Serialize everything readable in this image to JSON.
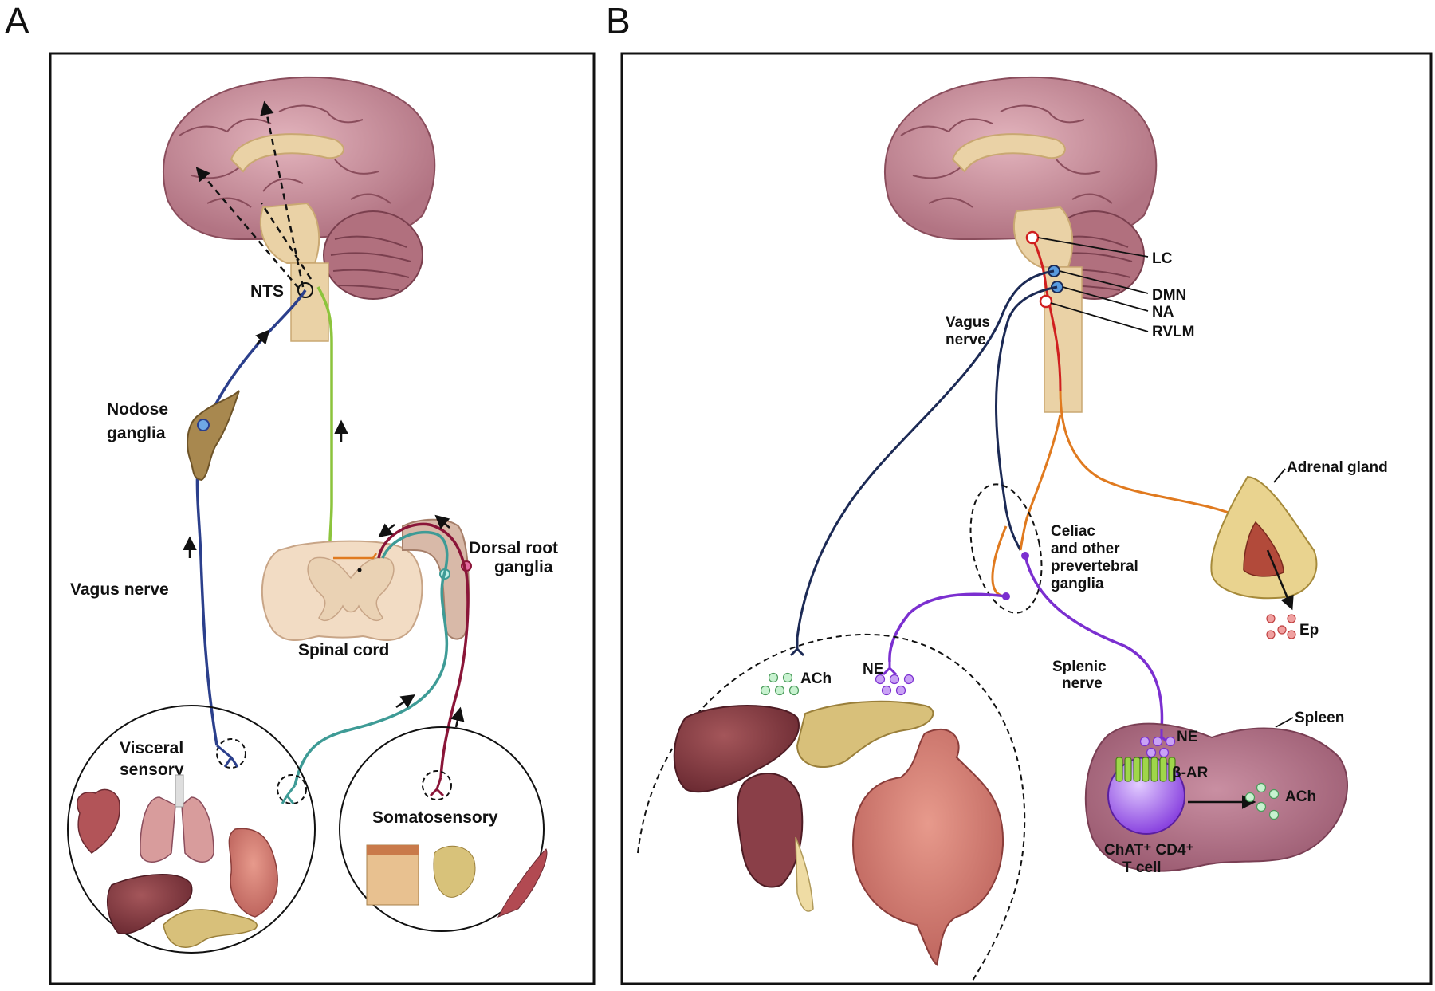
{
  "panels": {
    "a": {
      "letter": "A",
      "labels": {
        "nts": "NTS",
        "nodose_line1": "Nodose",
        "nodose_line2": "ganglia",
        "vagus_nerve": "Vagus nerve",
        "spinal_cord": "Spinal cord",
        "drg_line1": "Dorsal root",
        "drg_line2": "ganglia",
        "visceral_line1": "Visceral",
        "visceral_line2": "sensory",
        "somatosensory": "Somatosensory"
      }
    },
    "b": {
      "letter": "B",
      "labels": {
        "lc": "LC",
        "dmn": "DMN",
        "na": "NA",
        "rvlm": "RVLM",
        "vagus_line1": "Vagus",
        "vagus_line2": "nerve",
        "adrenal": "Adrenal gland",
        "celiac_line1": "Celiac",
        "celiac_line2": "and other",
        "celiac_line3": "prevertebral",
        "celiac_line4": "ganglia",
        "ep": "Ep",
        "ach_gut": "ACh",
        "ne_gut": "NE",
        "splenic_line1": "Splenic",
        "splenic_line2": "nerve",
        "spleen": "Spleen",
        "ne_spleen": "NE",
        "beta_ar": "β-AR",
        "ach_spleen": "ACh",
        "tcell_line1": "ChAT⁺ CD4⁺",
        "tcell_line2": "T cell"
      }
    }
  },
  "colors": {
    "vagus": "#2b3f8c",
    "vagus_efferent": "#1c2a55",
    "spinothalamic": "#8cc43c",
    "somatic": "#8a1538",
    "visceral_spinal": "#3e9b96",
    "sympathetic": "#e07a1f",
    "central_red": "#d01f1f",
    "splenic": "#7b2fd0",
    "brain": "#c9909c",
    "brainstem": "#ead2a6",
    "spleen": "#b9788d"
  }
}
